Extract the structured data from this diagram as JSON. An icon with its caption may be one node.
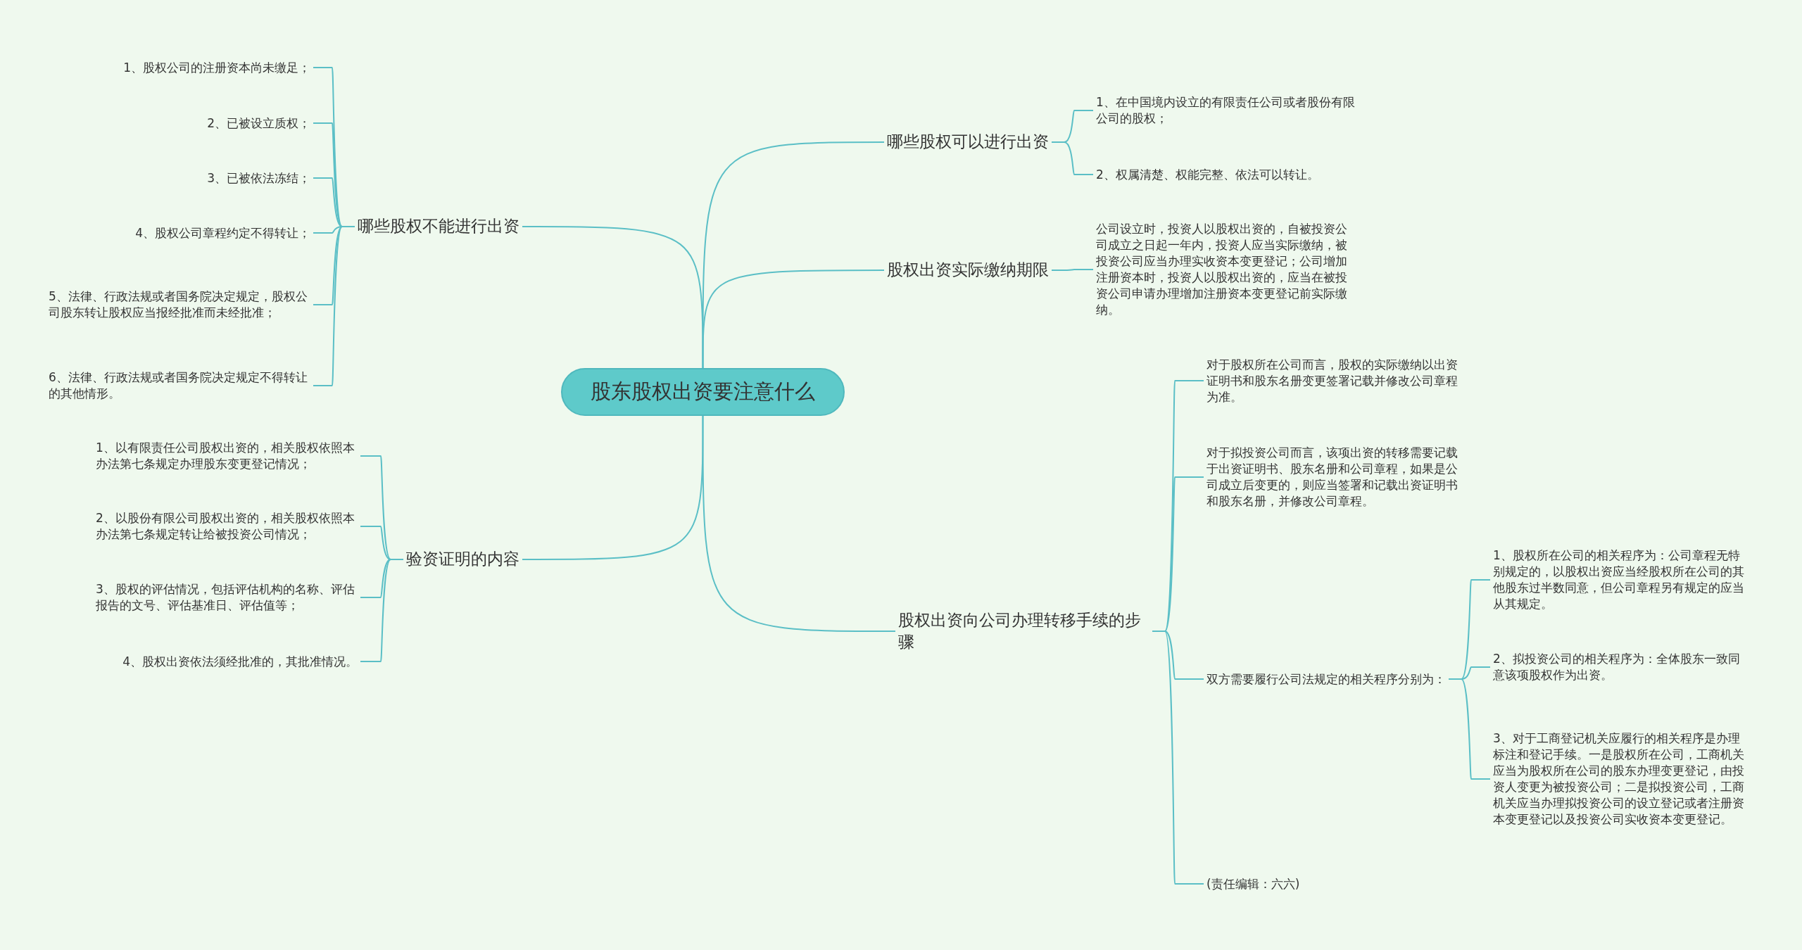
{
  "diagram": {
    "nodes": [
      {
        "text": [
          "股东股权出资要注意什么"
        ]
      },
      {
        "text": [
          "哪些股权不能进行出资"
        ]
      },
      {
        "text": [
          "1、股权公司的注册资本尚未缴足；"
        ]
      },
      {
        "text": [
          "2、已被设立质权；"
        ]
      },
      {
        "text": [
          "3、已被依法冻结；"
        ]
      },
      {
        "text": [
          "4、股权公司章程约定不得转让；"
        ]
      },
      {
        "text": [
          "5、法律、行政法规或者国务院决定规定，股权公司股东转让股权应当报经批准而未经批准；"
        ]
      },
      {
        "text": [
          "6、法律、行政法规或者国务院决定规定不得转让的其他情形。"
        ]
      },
      {
        "text": [
          "验资证明的内容"
        ]
      },
      {
        "text": [
          "1、以有限责任公司股权出资的，相关股权依照本办法第七条规定办理股东变更登记情况；"
        ]
      },
      {
        "text": [
          "2、以股份有限公司股权出资的，相关股权依照本办法第七条规定转让给被投资公司情况；"
        ]
      },
      {
        "text": [
          "3、股权的评估情况，包括评估机构的名称、评估报告的文号、评估基准日、评估值等；"
        ]
      },
      {
        "text": [
          "4、股权出资依法须经批准的，其批准情况。"
        ]
      },
      {
        "text": [
          "哪些股权可以进行出资"
        ]
      },
      {
        "text": [
          "1、在中国境内设立的有限责任公司或者股份有限公司的股权；"
        ]
      },
      {
        "text": [
          "2、权属清楚、权能完整、依法可以转让。"
        ]
      },
      {
        "text": [
          "股权出资实际缴纳期限"
        ]
      },
      {
        "text": [
          "公司设立时，投资人以股权出资的，自被投资公司成立之日起一年内，投资人应当实际缴纳，被投资公司应当办理实收资本变更登记；公司增加注册资本时，投资人以股权出资的，应当在被投资公司申请办理增加注册资本变更登记前实际缴纳。"
        ]
      },
      {
        "text": [
          "股权出资向公司办理转移手续的步骤"
        ]
      },
      {
        "text": [
          "对于股权所在公司而言，股权的实际缴纳以出资证明书和股东名册变更签署记载并修改公司章程为准。"
        ]
      },
      {
        "text": [
          "对于拟投资公司而言，该项出资的转移需要记载于出资证明书、股东名册和公司章程，如果是公司成立后变更的，则应当签署和记载出资证明书和股东名册，并修改公司章程。"
        ]
      },
      {
        "text": [
          "双方需要履行公司法规定的相关程序分别为："
        ]
      },
      {
        "text": [
          "1、股权所在公司的相关程序为：公司章程无特别规定的，以股权出资应当经股权所在公司的其他股东过半数同意，但公司章程另有规定的应当从其规定。"
        ]
      },
      {
        "text": [
          "2、拟投资公司的相关程序为：全体股东一致同意该项股权作为出资。"
        ]
      },
      {
        "text": [
          "3、对于工商登记机关应履行的相关程序是办理标注和登记手续。一是股权所在公司，工商机关应当为股权所在公司的股东办理变更登记，由投资人变更为被投资公司；二是拟投资公司，工商机关应当办理拟投资公司的设立登记或者注册资本变更登记以及投资公司实收资本变更登记。"
        ]
      },
      {
        "text": [
          "(责任编辑：六六)"
        ]
      }
    ],
    "edges": [
      {
        "from": 0,
        "to": 1,
        "arrow": "none"
      },
      {
        "from": 1,
        "to": 2,
        "arrow": "none"
      },
      {
        "from": 1,
        "to": 3,
        "arrow": "none"
      },
      {
        "from": 1,
        "to": 4,
        "arrow": "none"
      },
      {
        "from": 1,
        "to": 5,
        "arrow": "none"
      },
      {
        "from": 1,
        "to": 6,
        "arrow": "none"
      },
      {
        "from": 1,
        "to": 7,
        "arrow": "none"
      },
      {
        "from": 0,
        "to": 8,
        "arrow": "none"
      },
      {
        "from": 8,
        "to": 9,
        "arrow": "none"
      },
      {
        "from": 8,
        "to": 10,
        "arrow": "none"
      },
      {
        "from": 8,
        "to": 11,
        "arrow": "none"
      },
      {
        "from": 8,
        "to": 12,
        "arrow": "none"
      },
      {
        "from": 0,
        "to": 13,
        "arrow": "none"
      },
      {
        "from": 13,
        "to": 14,
        "arrow": "none"
      },
      {
        "from": 13,
        "to": 15,
        "arrow": "none"
      },
      {
        "from": 0,
        "to": 16,
        "arrow": "none"
      },
      {
        "from": 16,
        "to": 17,
        "arrow": "none"
      },
      {
        "from": 0,
        "to": 18,
        "arrow": "none"
      },
      {
        "from": 18,
        "to": 19,
        "arrow": "none"
      },
      {
        "from": 18,
        "to": 20,
        "arrow": "none"
      },
      {
        "from": 18,
        "to": 21,
        "arrow": "none"
      },
      {
        "from": 21,
        "to": 22,
        "arrow": "none"
      },
      {
        "from": 21,
        "to": 23,
        "arrow": "none"
      },
      {
        "from": 21,
        "to": 24,
        "arrow": "none"
      },
      {
        "from": 18,
        "to": 25,
        "arrow": "none"
      }
    ]
  }
}
